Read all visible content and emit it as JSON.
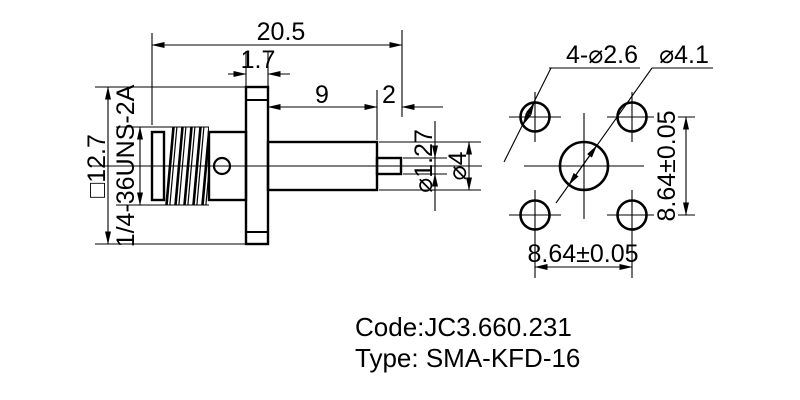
{
  "colors": {
    "line": "#000000",
    "background": "#ffffff"
  },
  "side_view": {
    "total_length": "20.5",
    "flange_thickness": "1.7",
    "body_length": "9",
    "pin_length": "2",
    "flange_square": "□12.7",
    "thread_spec": "1/4-36UNS-2A",
    "pin_diameter": "⌀1.27",
    "body_diameter": "⌀4"
  },
  "face_view": {
    "mounting_holes": "4-⌀2.6",
    "center_hole": "⌀4.1",
    "hole_spacing_vertical": "8.64±0.05",
    "hole_spacing_horizontal": "8.64±0.05"
  },
  "title_block": {
    "code": "Code:JC3.660.231",
    "type": "Type: SMA-KFD-16"
  }
}
